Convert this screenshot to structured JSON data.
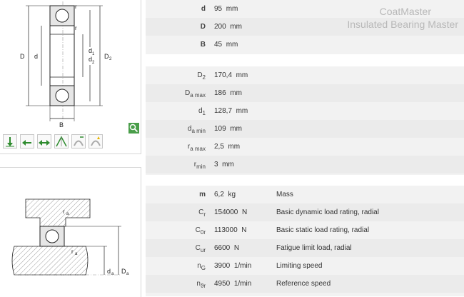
{
  "watermark": {
    "line1": "CoatMaster",
    "line2": "Insulated Bearing Master"
  },
  "dimensions": [
    {
      "label": "d",
      "value": "95",
      "unit": "mm"
    },
    {
      "label": "D",
      "value": "200",
      "unit": "mm"
    },
    {
      "label": "B",
      "value": "45",
      "unit": "mm"
    }
  ],
  "mounting": [
    {
      "label": "D",
      "sub": "2",
      "value": "170,4",
      "unit": "mm"
    },
    {
      "label": "D",
      "sub": "a max",
      "value": "186",
      "unit": "mm"
    },
    {
      "label": "d",
      "sub": "1",
      "value": "128,7",
      "unit": "mm"
    },
    {
      "label": "d",
      "sub": "a min",
      "value": "109",
      "unit": "mm"
    },
    {
      "label": "r",
      "sub": "a max",
      "value": "2,5",
      "unit": "mm"
    },
    {
      "label": "r",
      "sub": "min",
      "value": "3",
      "unit": "mm"
    }
  ],
  "properties": [
    {
      "label": "m",
      "sub": "",
      "value": "6,2",
      "unit": "kg",
      "desc": "Mass"
    },
    {
      "label": "C",
      "sub": "r",
      "value": "154000",
      "unit": "N",
      "desc": "Basic dynamic load rating, radial"
    },
    {
      "label": "C",
      "sub": "0r",
      "value": "113000",
      "unit": "N",
      "desc": "Basic static load rating, radial"
    },
    {
      "label": "C",
      "sub": "ur",
      "value": "6600",
      "unit": "N",
      "desc": "Fatigue limit load, radial"
    },
    {
      "label": "n",
      "sub": "G",
      "value": "3900",
      "unit": "1/min",
      "desc": "Limiting speed"
    },
    {
      "label": "n",
      "sub": "ϑr",
      "value": "4950",
      "unit": "1/min",
      "desc": "Reference speed"
    }
  ],
  "diagram_labels": {
    "r_top": "r",
    "r_mid": "r",
    "D": "D",
    "d": "d",
    "d1": "d",
    "d1s": "1",
    "d2": "d",
    "d2s": "2",
    "D2": "D",
    "D2s": "2",
    "B": "B",
    "ra1": "r",
    "ra1s": "a",
    "ra2": "r",
    "ra2s": "a",
    "da": "d",
    "das": "a",
    "Da": "D",
    "Das": "a"
  },
  "icon_names": [
    "load-direction-icon",
    "axial-left-icon",
    "axial-both-icon",
    "angle-icon",
    "seal-icon",
    "lubrication-icon"
  ]
}
